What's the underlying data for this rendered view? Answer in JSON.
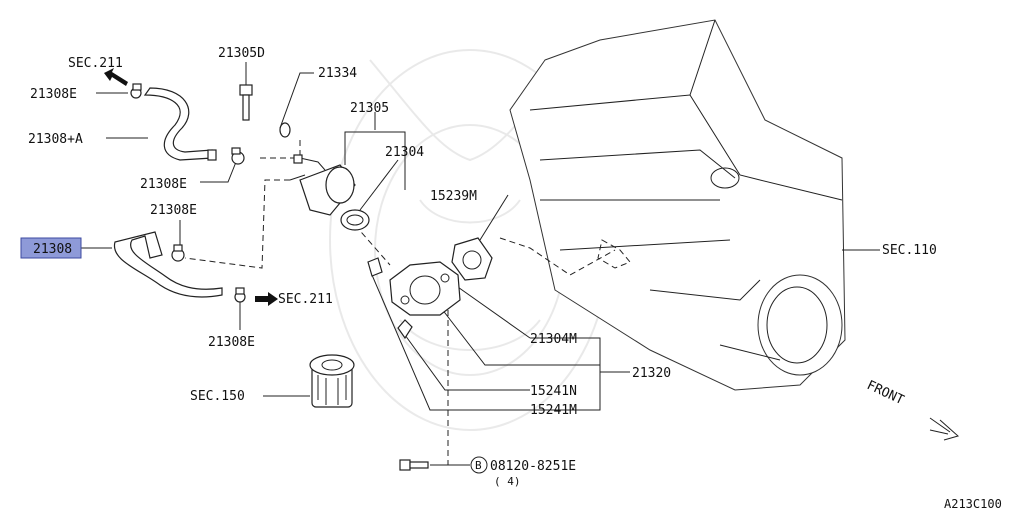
{
  "watermark": "samurai-crest-logo",
  "highlight_color": "#8e9ad8",
  "labels": {
    "sec211_top": "SEC.211",
    "p21308E_a": "21308E",
    "p21308A": "21308+A",
    "p21308E_b": "21308E",
    "p21308E_c": "21308E",
    "p21308": "21308",
    "sec211_right": "SEC.211",
    "p21308E_d": "21308E",
    "p21305D": "21305D",
    "p21334": "21334",
    "p21305": "21305",
    "p21304": "21304",
    "p15239M": "15239M",
    "sec110": "SEC.110",
    "p21304M": "21304M",
    "p21320": "21320",
    "p15241N": "15241N",
    "p15241M": "15241M",
    "sec150": "SEC.150",
    "bolt_symbol": "B",
    "bolt_number": "08120-8251E",
    "bolt_qty": "( 4)",
    "front": "FRONT",
    "ref_code": "A213C100"
  }
}
